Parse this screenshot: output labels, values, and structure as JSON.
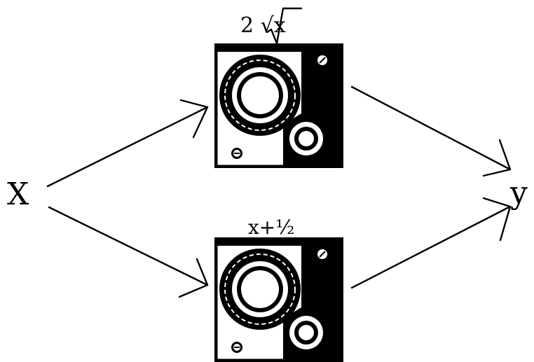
{
  "input_label": "X",
  "output_label": "y",
  "machines": [
    {
      "formula": "2 √x"
    },
    {
      "formula": "x+½"
    }
  ]
}
